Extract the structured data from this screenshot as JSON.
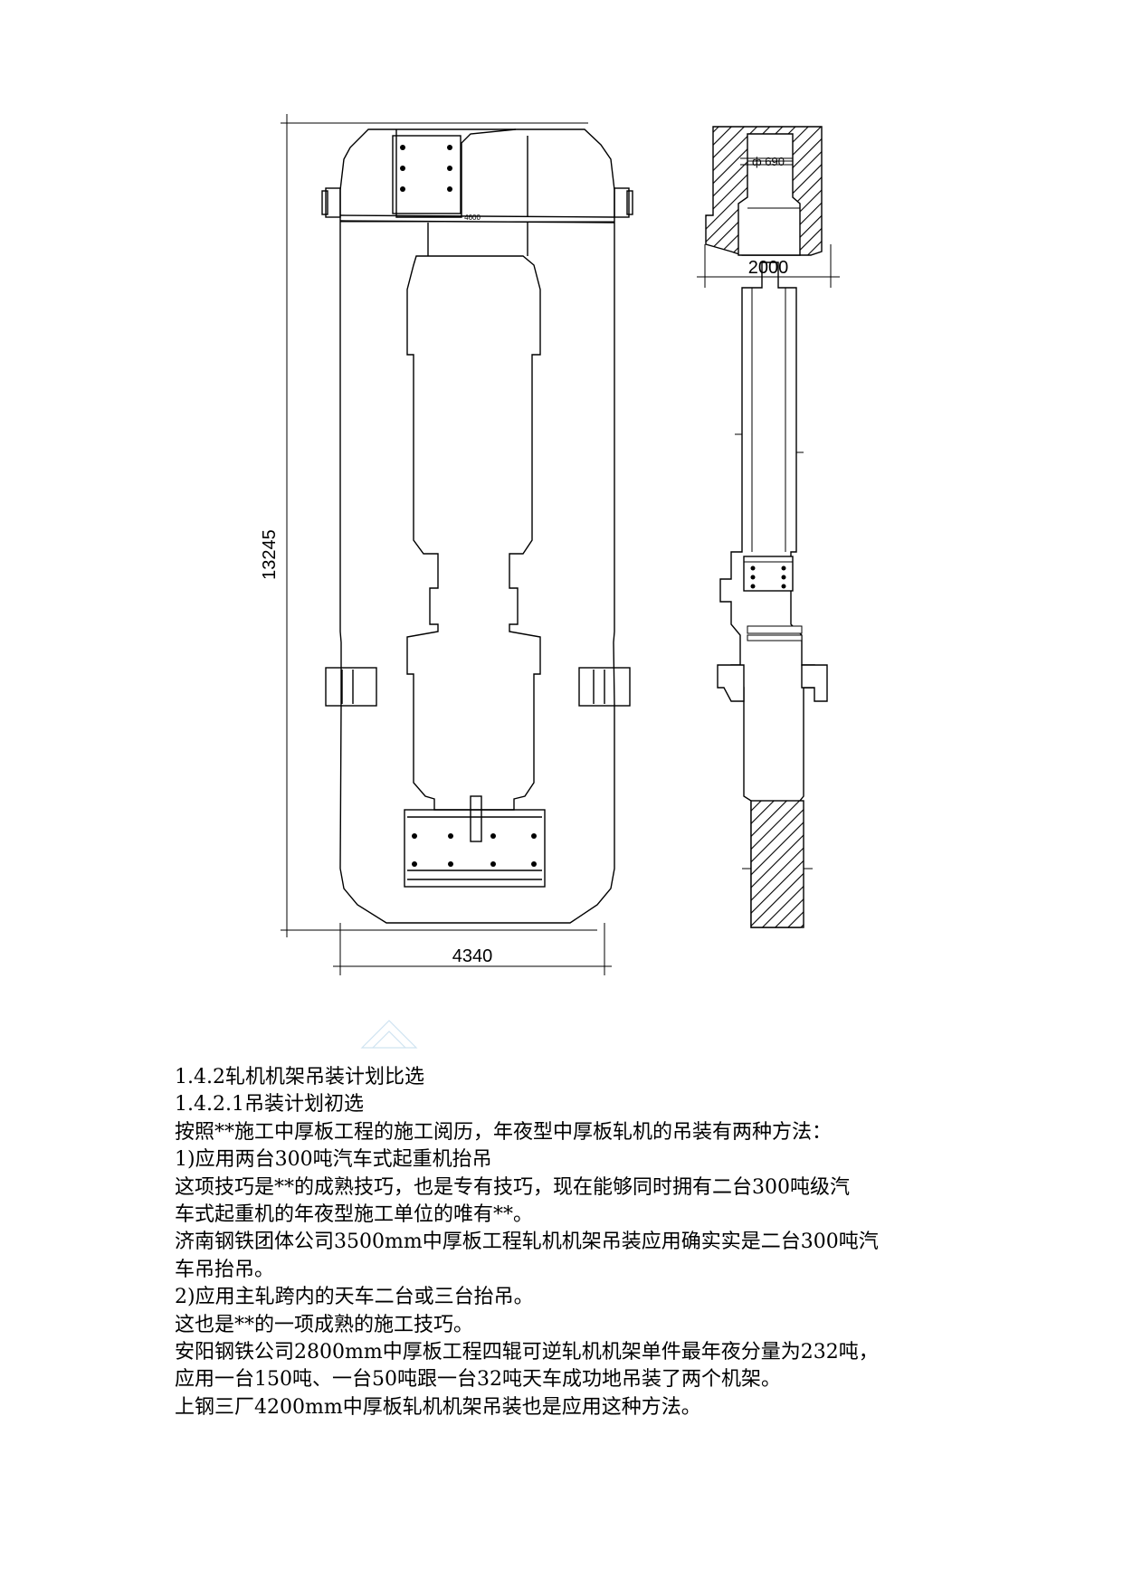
{
  "drawing": {
    "front_view": {
      "height_label": "13245",
      "width_label": "4340",
      "inner_width_label": "4600"
    },
    "side_view": {
      "diameter_label": "ф 690",
      "width_label": "2000"
    }
  },
  "text": {
    "heading_1": "1.4.2轧机机架吊装计划比选",
    "heading_2": "1.4.2.1吊装计划初选",
    "lines": [
      "按照**施工中厚板工程的施工阅历，年夜型中厚板轧机的吊装有两种方法：",
      "1)应用两台300吨汽车式起重机抬吊",
      "这项技巧是**的成熟技巧，也是专有技巧，现在能够同时拥有二台300吨级汽",
      "车式起重机的年夜型施工单位的唯有**。",
      "济南钢铁团体公司3500mm中厚板工程轧机机架吊装应用确实实是二台300吨汽",
      "车吊抬吊。",
      "2)应用主轧跨内的天车二台或三台抬吊。",
      "这也是**的一项成熟的施工技巧。",
      "安阳钢铁公司2800mm中厚板工程四辊可逆轧机机架单件最年夜分量为232吨，",
      "应用一台150吨、一台50吨跟一台32吨天车成功地吊装了两个机架。",
      "上钢三厂4200mm中厚板轧机机架吊装也是应用这种方法。"
    ]
  }
}
